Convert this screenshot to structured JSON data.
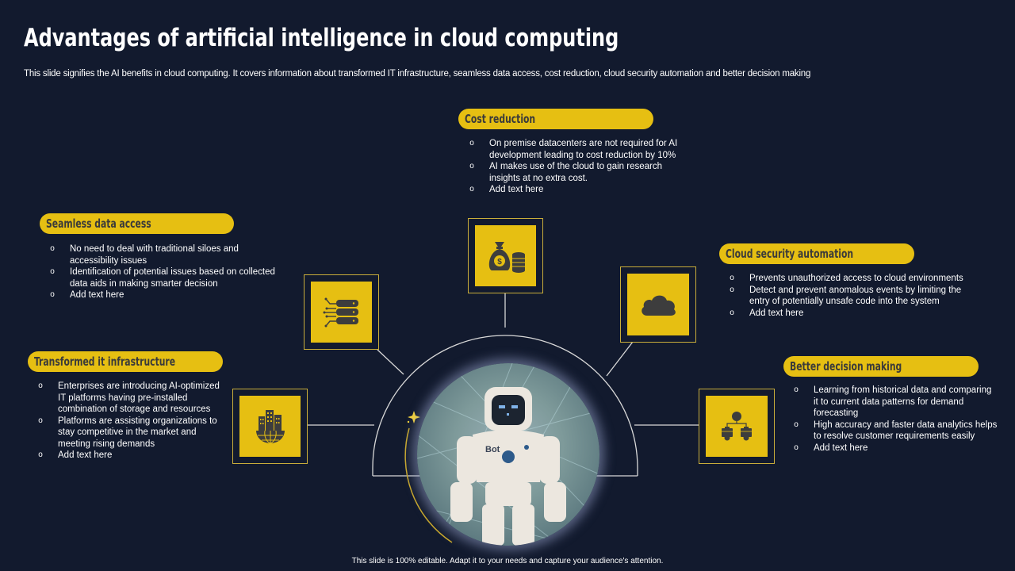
{
  "slide": {
    "title": "Advantages of artificial intelligence in cloud computing",
    "subtitle": "This slide signifies the AI benefits in cloud computing. It covers information about transformed IT infrastructure,  seamless data access, cost reduction, cloud security automation and better decision making",
    "footer": "This slide is 100% editable.  Adapt it to your needs and capture your audience's attention."
  },
  "colors": {
    "background": "#121a2e",
    "accent": "#e6bf12",
    "pill_text": "#3a3a3a",
    "icon": "#3d3d3d"
  },
  "sections": {
    "cost_reduction": {
      "title": "Cost reduction",
      "icon": "money-bag-coins-icon",
      "bullets": [
        "On premise datacenters are not required for AI",
        "development leading to cost reduction by 10%",
        "AI  makes use of the cloud to  gain research",
        "insights at no extra  cost.",
        "Add text here"
      ]
    },
    "seamless_data_access": {
      "title": "Seamless data access",
      "icon": "database-network-icon",
      "bullets": [
        "No need to deal with traditional siloes and",
        "accessibility issues",
        "Identification of potential issues based on collected",
        "data aids in making smarter decision",
        "Add text here"
      ]
    },
    "transformed_it": {
      "title": "Transformed it infrastructure",
      "icon": "global-buildings-icon",
      "bullets": [
        "Enterprises are introducing AI-optimized",
        "IT  platforms having pre-installed",
        "combination of storage and resources",
        "Platforms are assisting organizations to",
        "stay competitive in the market and",
        "meeting rising demands",
        "Add text here"
      ]
    },
    "cloud_security": {
      "title": "Cloud security automation",
      "icon": "cloud-icon",
      "bullets": [
        "Prevents unauthorized access to cloud environments",
        "Detect and prevent  anomalous events by limiting the",
        "entry  of potentially unsafe code into the system",
        "Add text here"
      ]
    },
    "better_decision": {
      "title": "Better decision making",
      "icon": "decision-hierarchy-icon",
      "bullets": [
        "Learning from historical data and comparing",
        "it to  current data patterns for demand",
        "forecasting",
        "High accuracy and faster data analytics helps",
        "to resolve customer requirements easily",
        "Add text here"
      ]
    },
    "center": {
      "image": "robot-photo",
      "robot_label": "Bot"
    }
  }
}
